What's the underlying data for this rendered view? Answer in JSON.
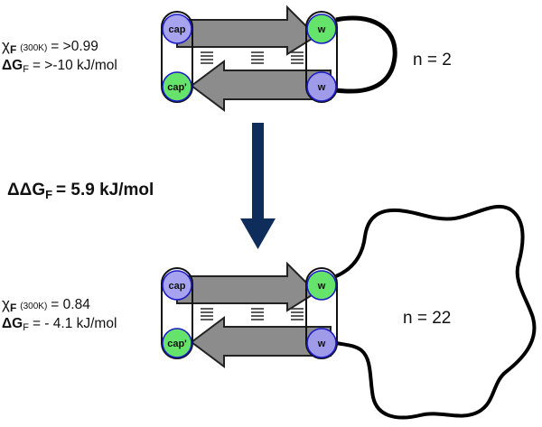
{
  "colors": {
    "cap_bead": "#a7a3ee",
    "green_bead": "#66e36a",
    "blue_bead": "#9f9be9",
    "bead_stroke": "#1b1bc8",
    "strand_fill": "#8c8c8c",
    "strand_stroke": "#222222",
    "arrow": "#0f2d5b",
    "loop": "#000000"
  },
  "top_hairpin": {
    "bead_labels": {
      "cap": "cap",
      "cap_prime": "cap'",
      "w_top": "w",
      "w_bottom": "w"
    },
    "chi_symbol": "χ",
    "chi_sub": "F",
    "chi_temp": "(300K)",
    "chi_value": "= >0.99",
    "dg_symbol": "ΔG",
    "dg_sub": "F",
    "dg_value": "= >-10 kJ/mol",
    "n_label": "n = 2"
  },
  "transition": {
    "ddg_symbol": "ΔΔG",
    "ddg_sub": "F",
    "ddg_value": "= 5.9 kJ/mol",
    "arrow_icon": "down-arrow-icon"
  },
  "bottom_hairpin": {
    "bead_labels": {
      "cap": "cap",
      "cap_prime": "cap'",
      "w_top": "w",
      "w_bottom": "w"
    },
    "chi_symbol": "χ",
    "chi_sub": "F",
    "chi_temp": "(300K)",
    "chi_value": "= 0.84",
    "dg_symbol": "ΔG",
    "dg_sub": "F",
    "dg_value": "= - 4.1 kJ/mol",
    "n_label": "n = 22"
  }
}
